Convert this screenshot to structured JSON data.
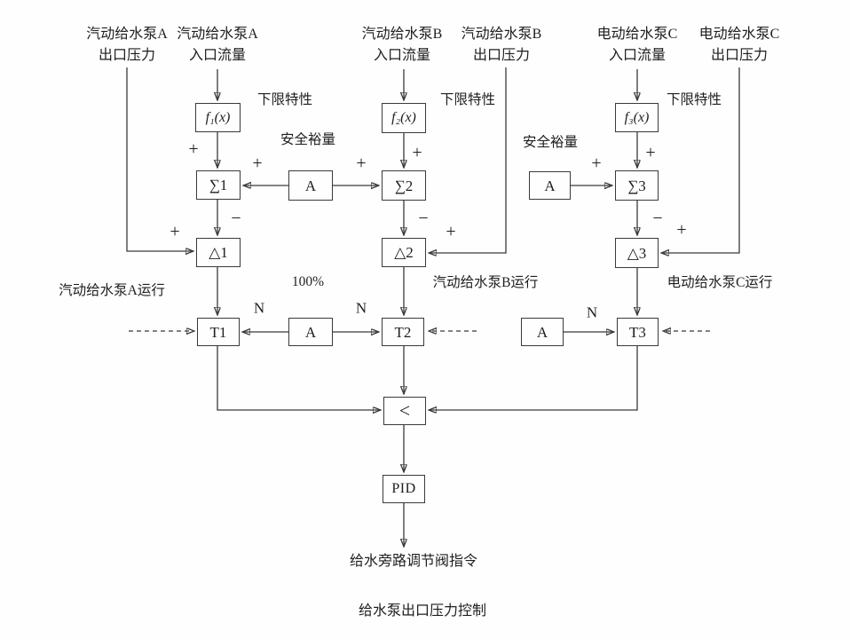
{
  "diagram": {
    "caption": "给水泵出口压力控制",
    "output_command": "给水旁路调节阀指令",
    "inputs": [
      {
        "label": "汽动给水泵A\n出口压力"
      },
      {
        "label": "汽动给水泵A\n入口流量"
      },
      {
        "label": "汽动给水泵B\n入口流量"
      },
      {
        "label": "汽动给水泵B\n出口压力"
      },
      {
        "label": "电动给水泵C\n入口流量"
      },
      {
        "label": "电动给水泵C\n出口压力"
      }
    ],
    "annotations": {
      "lower_limit_1": "下限特性",
      "lower_limit_2": "下限特性",
      "lower_limit_3": "下限特性",
      "safety_margin_1": "安全裕量",
      "safety_margin_2": "安全裕量",
      "hundred_percent": "100%",
      "pump_a_running": "汽动给水泵A运行",
      "pump_b_running": "汽动给水泵B运行",
      "pump_c_running": "电动给水泵C运行"
    },
    "blocks": {
      "f1": "f₁(x)",
      "f2": "f₂(x)",
      "f3": "f₃(x)",
      "sum1": "∑1",
      "sum2": "∑2",
      "sum3": "∑3",
      "delta1": "△1",
      "delta2": "△2",
      "delta3": "△3",
      "t1": "T1",
      "t2": "T2",
      "t3": "T3",
      "auto1": "A",
      "auto2": "A",
      "auto3": "A",
      "auto4": "A",
      "min_select": "<",
      "pid": "PID"
    },
    "signs": {
      "plus": "+",
      "minus": "−",
      "n": "N"
    },
    "colors": {
      "line": "#3a3a3a",
      "text": "#1e1e1e",
      "background": "#fefefe"
    }
  }
}
